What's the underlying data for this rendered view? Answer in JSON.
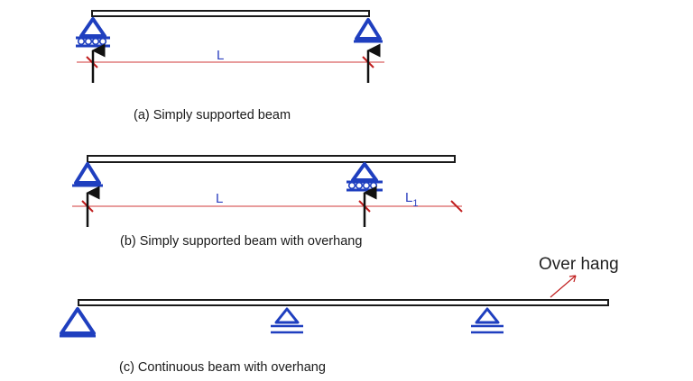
{
  "colors": {
    "beam_outline": "#1a1a1a",
    "support": "#1f3fbf",
    "dimension_line": "#d23a3a",
    "reaction_arrow": "#111111",
    "label_blue": "#2b3fbf",
    "text": "#1a1a1a"
  },
  "diagram_a": {
    "caption": "(a) Simply supported beam",
    "span_label": "L",
    "supports": [
      "roller",
      "pin"
    ]
  },
  "diagram_b": {
    "caption": "(b) Simply supported beam with overhang",
    "span_label": "L",
    "overhang_label_main": "L",
    "overhang_label_sub": "1",
    "supports": [
      "pin",
      "roller"
    ]
  },
  "diagram_c": {
    "caption": "(c) Continuous beam with overhang",
    "annotation": "Over hang",
    "supports": [
      "pin",
      "roller",
      "roller"
    ]
  }
}
